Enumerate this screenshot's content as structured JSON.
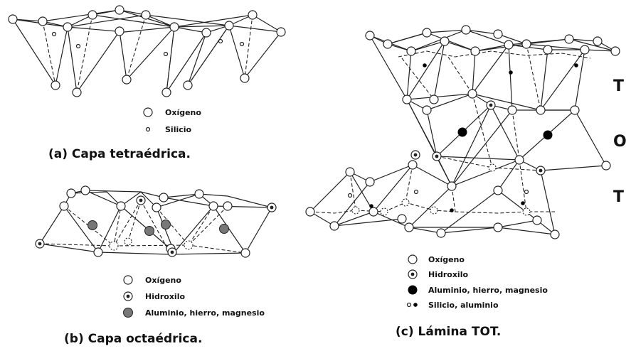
{
  "panel_a": {
    "caption": "(a) Capa tetraédrica.",
    "legend": [
      {
        "symbol": "oxygen",
        "label": "Oxígeno"
      },
      {
        "symbol": "silicon",
        "label": "Silicio"
      }
    ]
  },
  "panel_b": {
    "caption": "(b) Capa octaédrica.",
    "legend": [
      {
        "symbol": "oxygen",
        "label": "Oxígeno"
      },
      {
        "symbol": "hydroxyl",
        "label": "Hidroxilo"
      },
      {
        "symbol": "metal-grey",
        "label": "Aluminio, hierro, magnesio"
      }
    ]
  },
  "panel_c": {
    "caption": "(c) Lámina TOT.",
    "layer_labels": [
      "T",
      "O",
      "T"
    ],
    "legend": [
      {
        "symbol": "oxygen",
        "label": "Oxígeno"
      },
      {
        "symbol": "hydroxyl",
        "label": "Hidroxilo"
      },
      {
        "symbol": "metal-black",
        "label": "Aluminio, hierro, magnesio"
      },
      {
        "symbol": "si-al",
        "label": "Silicio, aluminio"
      }
    ]
  }
}
